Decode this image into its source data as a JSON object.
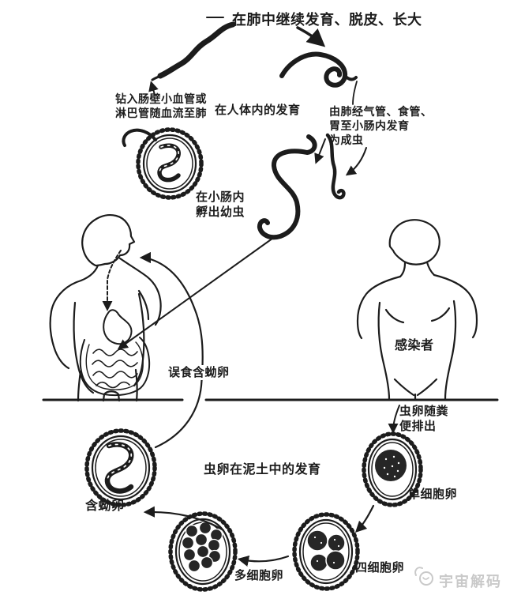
{
  "labels": {
    "lung_dev": "在肺中继续发育、脱皮、长大",
    "penetrate": "钻入肠壁小血管或\n淋巴管随血流至肺",
    "in_body": "在人体内的发育",
    "lung_to_gut": "由肺经气管、食管、\n胃至小肠内发育\n为成虫",
    "hatch": "在小肠内\n孵出幼虫",
    "ingest": "误食含蚴卵",
    "infected": "感染者",
    "excrete": "虫卵随粪\n便排出",
    "soil_dev": "虫卵在泥土中的发育",
    "egg_with_larva": "含蚴卵",
    "egg_multi_cell": "多细胞卵",
    "egg_four_cell": "四细胞卵",
    "egg_single_cell": "单细胞卵",
    "watermark": "宇宙解码"
  },
  "colors": {
    "ink": "#1c1c1c",
    "background": "#ffffff",
    "watermark_gray": "#c9c9c9"
  }
}
